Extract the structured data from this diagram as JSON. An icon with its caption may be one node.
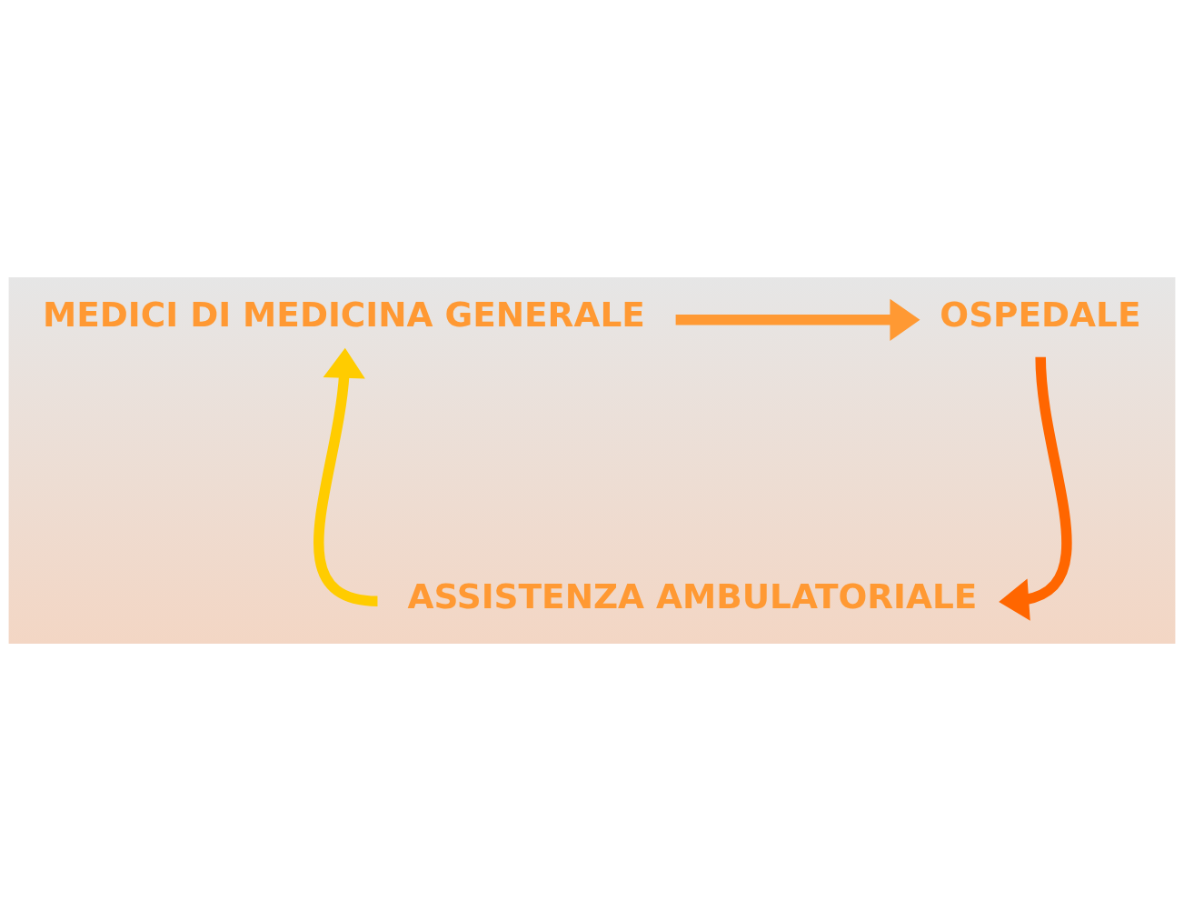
{
  "diagram": {
    "nodes": [
      {
        "text": [
          "MEDICI DI MEDICINA GENERALE"
        ]
      },
      {
        "text": [
          "OSPEDALE"
        ]
      },
      {
        "text": [
          "ASSISTENZA AMBULATORIALE"
        ]
      }
    ],
    "edges": [
      {
        "from": 0,
        "to": 1,
        "arrow": "to",
        "color": "#ff9933"
      },
      {
        "from": 1,
        "to": 2,
        "arrow": "to",
        "color": "#ff6600"
      },
      {
        "from": 2,
        "to": 0,
        "arrow": "to",
        "color": "#ffcc00"
      }
    ]
  }
}
